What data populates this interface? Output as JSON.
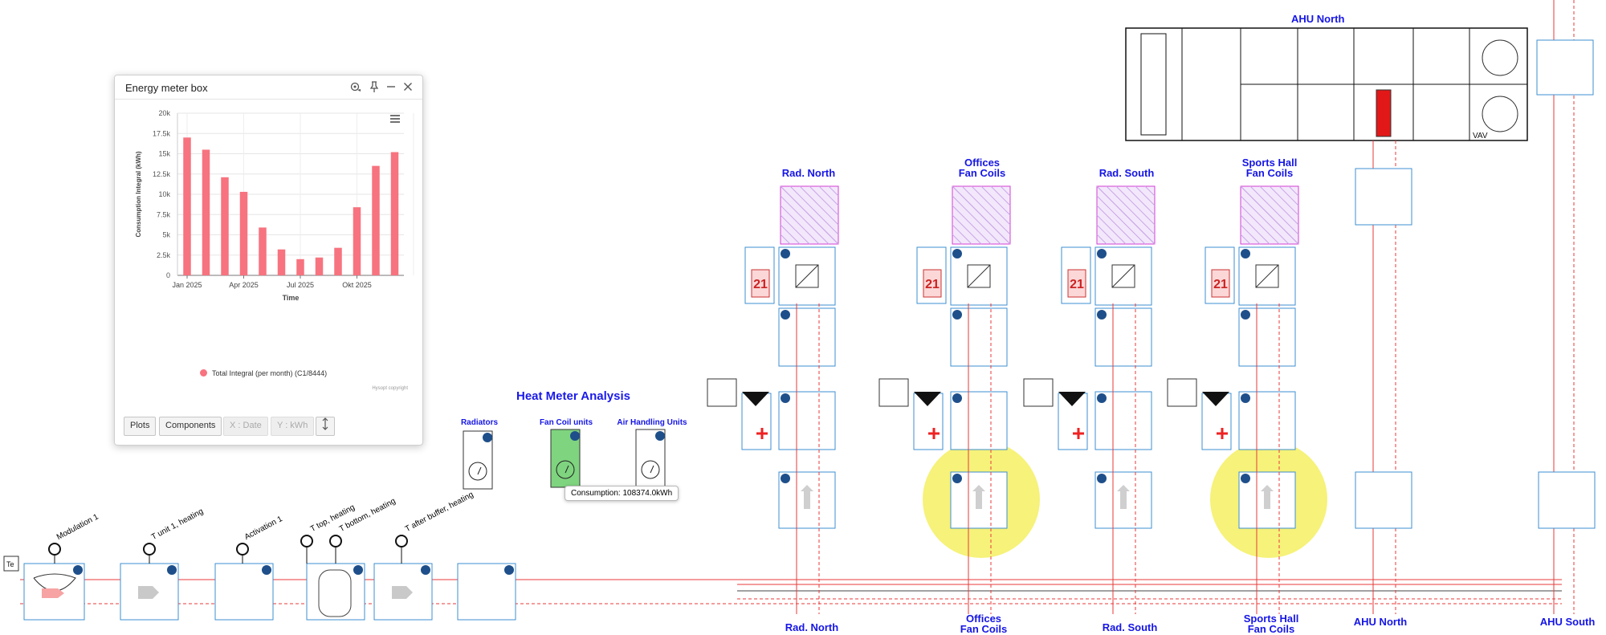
{
  "scheme": {
    "main_title": "Heat Meter Analysis",
    "ahu_top_title": "AHU North",
    "vav_label": "VAV",
    "circuits_top": [
      {
        "line1": "Rad. North",
        "line2": ""
      },
      {
        "line1": "Offices",
        "line2": "Fan Coils"
      },
      {
        "line1": "Rad. South",
        "line2": ""
      },
      {
        "line1": "Sports Hall",
        "line2": "Fan Coils"
      }
    ],
    "circuits_bottom": [
      {
        "line1": "Rad. North",
        "line2": ""
      },
      {
        "line1": "Offices",
        "line2": "Fan Coils"
      },
      {
        "line1": "Rad. South",
        "line2": ""
      },
      {
        "line1": "Sports Hall",
        "line2": "Fan Coils"
      },
      {
        "line1": "AHU North",
        "line2": ""
      },
      {
        "line1": "AHU South",
        "line2": ""
      }
    ],
    "meter_groups": [
      "Radiators",
      "Fan Coil units",
      "Air Handling Units"
    ],
    "tooltip": "Consumption: 108374.0kWh",
    "sensors": [
      "Modulation 1",
      "T unit 1, heating",
      "Activation 1",
      "T top, heating",
      "T bottom, heating",
      "T after buffer, heating"
    ],
    "setpoint_value": "21",
    "outdoor_label": "Te",
    "colors": {
      "label_blue": "#1515e6",
      "pipe_red": "#e83a3a",
      "box_blue": "#3c8fd0",
      "highlight": "#f6f27a",
      "active_meter": "#7fd47f"
    }
  },
  "energy_window": {
    "title": "Energy meter box",
    "buttons": {
      "plots": "Plots",
      "components": "Components",
      "x_axis": "X : Date",
      "y_axis": "Y : kWh"
    },
    "credit": "Hysopt copyright"
  },
  "chart_data": {
    "type": "bar",
    "title": "",
    "xlabel": "Time",
    "ylabel": "Consumption Integral (kWh)",
    "x": [
      "2025-01",
      "2025-02",
      "2025-03",
      "2025-04",
      "2025-05",
      "2025-06",
      "2025-07",
      "2025-08",
      "2025-09",
      "2025-10",
      "2025-11",
      "2025-12"
    ],
    "x_tick_labels": [
      "Jan 2025",
      "Apr 2025",
      "Jul 2025",
      "Okt 2025"
    ],
    "y_tick_labels": [
      "0",
      "2.5k",
      "5k",
      "7.5k",
      "10k",
      "12.5k",
      "15k",
      "17.5k",
      "20k"
    ],
    "ylim": [
      0,
      20000
    ],
    "series": [
      {
        "name": "Total Integral (per month) (C1/8444)",
        "values": [
          17000,
          15500,
          12100,
          10300,
          5900,
          3200,
          2000,
          2200,
          3400,
          8400,
          13500,
          15200
        ],
        "color": "#f7737f"
      }
    ],
    "grid": true,
    "legend": "bottom"
  }
}
